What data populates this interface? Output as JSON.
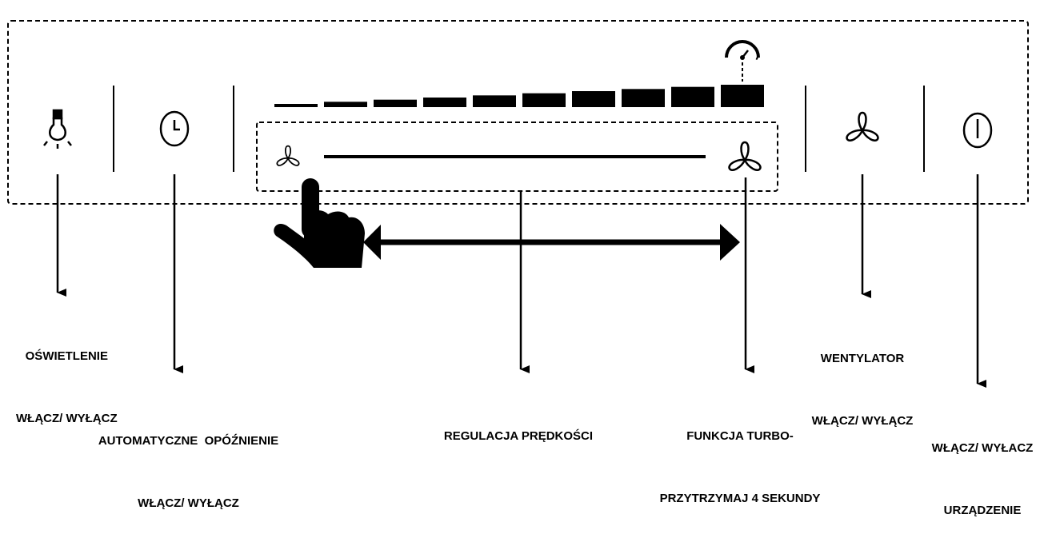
{
  "colors": {
    "ink": "#000000",
    "background": "#ffffff"
  },
  "panel": {
    "buttons": [
      {
        "icon": "bulb-icon",
        "label": [
          "OŚWIETLENIE",
          "WŁĄCZ/ WYŁĄCZ"
        ]
      },
      {
        "icon": "clock-icon",
        "label": [
          "AUTOMATYCZNE  OPÓŹNIENIE",
          "WŁĄCZ/ WYŁĄCZ"
        ]
      },
      {
        "icon": "speed-slider",
        "label": [
          "REGULACJA PRĘDKOŚCI"
        ]
      },
      {
        "icon": "fan-turbo-icon",
        "label": [
          "FUNKCJA TURBO-",
          "PRZYTRZYMAJ 4 SEKUNDY"
        ]
      },
      {
        "icon": "fan-icon",
        "label": [
          "WENTYLATOR",
          "WŁĄCZ/ WYŁĄCZ"
        ]
      },
      {
        "icon": "power-icon",
        "label": [
          "WŁĄCZ/ WYŁACZ",
          "URZĄDZENIE"
        ]
      }
    ],
    "speed_levels": 10,
    "turbo_icon": "gauge-icon"
  }
}
